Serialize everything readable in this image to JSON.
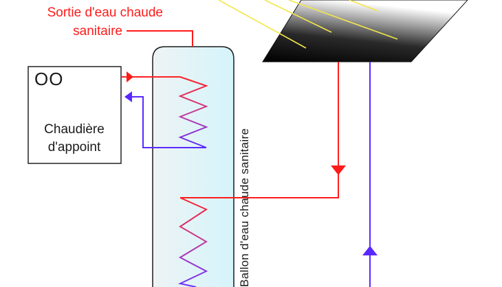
{
  "labels": {
    "outlet_line1": "Sortie d'eau chaude",
    "outlet_line2": "sanitaire",
    "boiler_line1": "Chaudière",
    "boiler_line2": "d'appoint",
    "tank_vertical": "Ballon d'eau chaude sanitaire",
    "boiler_dials": "OO"
  },
  "colors": {
    "hot": "#ff1a1a",
    "cold": "#5a28ff",
    "sun_rays": "#f2e64a",
    "outline": "#222222",
    "tank_gradient_start": "#eef3f4",
    "tank_gradient_end": "#d4f4fb"
  }
}
